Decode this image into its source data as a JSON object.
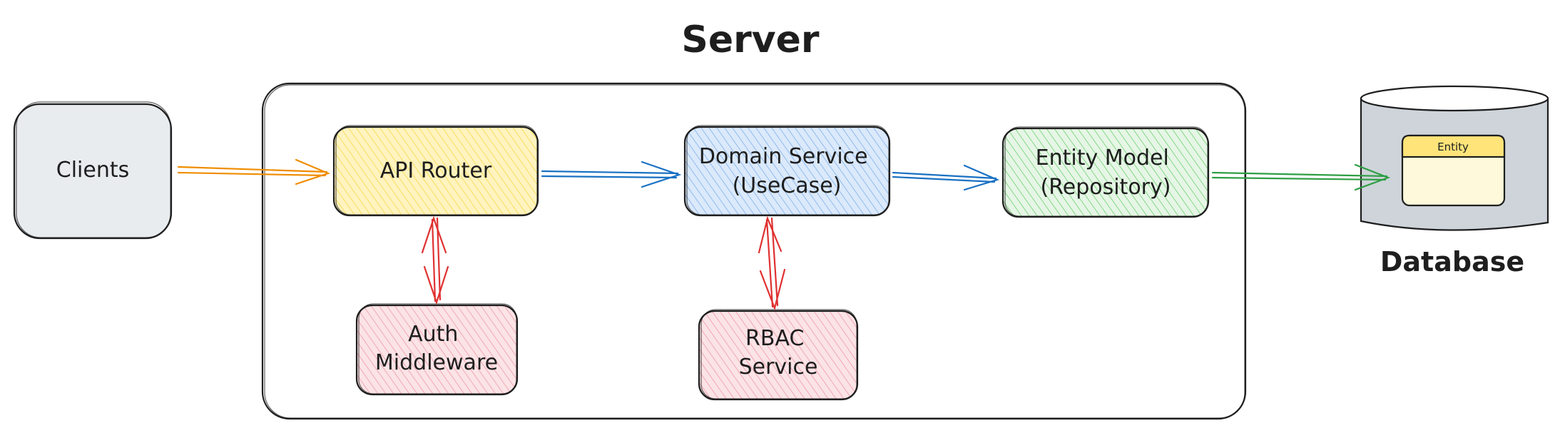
{
  "title": "Server",
  "colors": {
    "stroke": "#1e1e1e",
    "clients_fill": "#e9ecef",
    "router_fill": "#fff3bf",
    "router_hatch": "#f5d94a",
    "domain_fill": "#dbe9fb",
    "domain_hatch": "#7fb0ea",
    "entity_fill": "#e6f6e6",
    "entity_hatch": "#6fcf6f",
    "security_fill": "#fbe3e6",
    "security_hatch": "#ef9aa6",
    "db_fill": "#ced4da",
    "db_entity_fill": "#fff9db",
    "db_entity_header": "#ffe47a",
    "arrow_orange": "#f08c00",
    "arrow_blue": "#1971c2",
    "arrow_green": "#2f9e44",
    "arrow_red": "#e03131"
  },
  "nodes": {
    "clients": {
      "label": [
        "Clients"
      ]
    },
    "api_router": {
      "label": [
        "API Router"
      ]
    },
    "domain_service": {
      "label": [
        "Domain Service",
        "(UseCase)"
      ]
    },
    "entity_model": {
      "label": [
        "Entity Model",
        "(Repository)"
      ]
    },
    "auth_middleware": {
      "label": [
        "Auth",
        "Middleware"
      ]
    },
    "rbac_service": {
      "label": [
        "RBAC",
        "Service"
      ]
    },
    "database": {
      "label": "Database",
      "entity_label": "Entity"
    }
  }
}
